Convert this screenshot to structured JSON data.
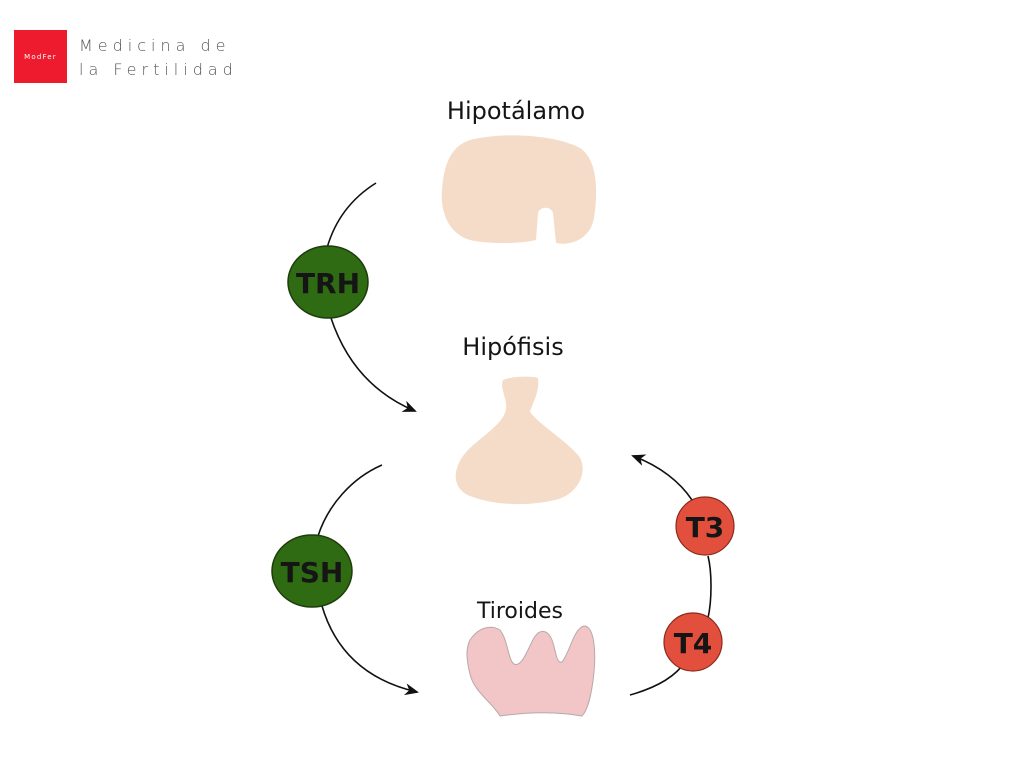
{
  "logo": {
    "badge": "ModFer",
    "line1": "Medicina de",
    "line2": "la Fertilidad",
    "badge_color": "#ee1b2e"
  },
  "diagram": {
    "organs": {
      "hypothalamus": "Hipotálamo",
      "pituitary": "Hipófisis",
      "thyroid": "Tiroides"
    },
    "hormones": {
      "trh": "TRH",
      "tsh": "TSH",
      "t3": "T3",
      "t4": "T4"
    },
    "colors": {
      "stimulating": "#2f6b12",
      "feedback": "#e2503d",
      "organ_fill": "#f4dcc8",
      "thyroid_fill": "#f2c6c6"
    }
  }
}
